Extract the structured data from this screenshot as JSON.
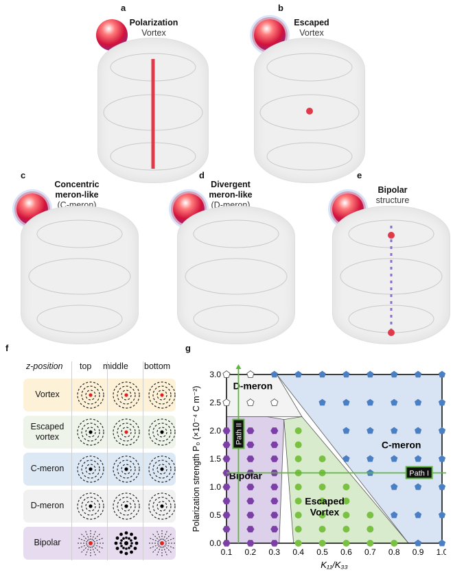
{
  "panels": {
    "a": {
      "letter": "a",
      "line1": "Polarization",
      "line2": "Vortex"
    },
    "b": {
      "letter": "b",
      "line1": "Escaped",
      "line2": "Vortex"
    },
    "c": {
      "letter": "c",
      "line1": "Concentric",
      "line2": "meron-like",
      "line3": "(C-meron)"
    },
    "d": {
      "letter": "d",
      "line1": "Divergent",
      "line2": "meron-like",
      "line3": "(D-meron)"
    },
    "e": {
      "letter": "e",
      "line1": "Bipolar",
      "line2": "structure"
    }
  },
  "table_f": {
    "letter": "f",
    "header": "z-position",
    "columns": [
      "top",
      "middle",
      "bottom"
    ],
    "rows": [
      {
        "name": "Vortex",
        "color": "#fdf1d8"
      },
      {
        "name": "Escaped vortex",
        "color": "#eef4ea"
      },
      {
        "name": "C-meron",
        "color": "#dde8f5"
      },
      {
        "name": "D-meron",
        "color": "#f1f1f1"
      },
      {
        "name": "Bipolar",
        "color": "#e6dbef"
      }
    ]
  },
  "chart_data": {
    "type": "scatter",
    "letter": "g",
    "xlabel": "K₁₁/K₃₃",
    "ylabel": "Polarization strength P₀ (×10⁻⁴ C m⁻²)",
    "xlim": [
      0.1,
      1.0
    ],
    "ylim": [
      0.0,
      3.0
    ],
    "xticks": [
      "0.1",
      "0.2",
      "0.3",
      "0.4",
      "0.5",
      "0.6",
      "0.7",
      "0.8",
      "0.9",
      "1.0"
    ],
    "yticks": [
      "0.0",
      "0.5",
      "1.0",
      "1.5",
      "2.0",
      "2.5",
      "3.0"
    ],
    "regions": [
      {
        "name": "D-meron",
        "color": "#f3f3f3",
        "label_at": [
          0.21,
          2.8
        ],
        "polygon": [
          [
            0.1,
            3.0
          ],
          [
            0.31,
            3.0
          ],
          [
            0.415,
            2.25
          ],
          [
            0.1,
            2.25
          ]
        ]
      },
      {
        "name": "Bipolar",
        "color": "#ddd0ea",
        "label_at": [
          0.18,
          1.2
        ],
        "polygon": [
          [
            0.1,
            2.25
          ],
          [
            0.27,
            2.25
          ],
          [
            0.34,
            2.2
          ],
          [
            0.32,
            0.0
          ],
          [
            0.1,
            0.0
          ]
        ]
      },
      {
        "name": "Escaped Vortex",
        "color": "#d9ebcd",
        "label_at": [
          0.51,
          0.65
        ],
        "polygon": [
          [
            0.34,
            2.2
          ],
          [
            0.415,
            2.25
          ],
          [
            0.86,
            0.0
          ],
          [
            0.38,
            0.0
          ]
        ]
      },
      {
        "name": "C-meron",
        "color": "#d8e4f3",
        "label_at": [
          0.83,
          1.75
        ],
        "polygon": [
          [
            0.31,
            3.0
          ],
          [
            1.0,
            3.0
          ],
          [
            1.0,
            0.0
          ],
          [
            0.86,
            0.0
          ]
        ]
      }
    ],
    "series": [
      {
        "name": "D-meron",
        "marker": "pentagon-open",
        "color": "#ffffff",
        "points": [
          [
            0.1,
            3.0
          ],
          [
            0.2,
            3.0
          ],
          [
            0.1,
            2.5
          ],
          [
            0.2,
            2.5
          ],
          [
            0.3,
            2.5
          ]
        ]
      },
      {
        "name": "Bipolar",
        "marker": "hexagon",
        "color": "#7b3fa6",
        "points": [
          [
            0.1,
            2.0
          ],
          [
            0.2,
            2.0
          ],
          [
            0.3,
            2.0
          ],
          [
            0.1,
            1.75
          ],
          [
            0.2,
            1.75
          ],
          [
            0.3,
            1.75
          ],
          [
            0.1,
            1.5
          ],
          [
            0.2,
            1.5
          ],
          [
            0.3,
            1.5
          ],
          [
            0.1,
            1.25
          ],
          [
            0.2,
            1.25
          ],
          [
            0.3,
            1.25
          ],
          [
            0.1,
            1.0
          ],
          [
            0.2,
            1.0
          ],
          [
            0.3,
            1.0
          ],
          [
            0.1,
            0.75
          ],
          [
            0.2,
            0.75
          ],
          [
            0.3,
            0.75
          ],
          [
            0.1,
            0.5
          ],
          [
            0.2,
            0.5
          ],
          [
            0.3,
            0.5
          ],
          [
            0.1,
            0.25
          ],
          [
            0.2,
            0.25
          ],
          [
            0.3,
            0.25
          ],
          [
            0.1,
            0.0
          ],
          [
            0.2,
            0.0
          ],
          [
            0.3,
            0.0
          ]
        ]
      },
      {
        "name": "Escaped Vortex",
        "marker": "circle",
        "color": "#7ac143",
        "points": [
          [
            0.4,
            2.0
          ],
          [
            0.4,
            1.75
          ],
          [
            0.4,
            1.5
          ],
          [
            0.5,
            1.5
          ],
          [
            0.4,
            1.25
          ],
          [
            0.5,
            1.25
          ],
          [
            0.4,
            1.0
          ],
          [
            0.5,
            1.0
          ],
          [
            0.6,
            1.0
          ],
          [
            0.4,
            0.75
          ],
          [
            0.5,
            0.75
          ],
          [
            0.6,
            0.75
          ],
          [
            0.4,
            0.5
          ],
          [
            0.5,
            0.5
          ],
          [
            0.6,
            0.5
          ],
          [
            0.7,
            0.5
          ],
          [
            0.4,
            0.25
          ],
          [
            0.5,
            0.25
          ],
          [
            0.6,
            0.25
          ],
          [
            0.7,
            0.25
          ],
          [
            0.4,
            0.0
          ],
          [
            0.5,
            0.0
          ],
          [
            0.6,
            0.0
          ],
          [
            0.7,
            0.0
          ],
          [
            0.8,
            0.0
          ]
        ]
      },
      {
        "name": "C-meron",
        "marker": "pentagon",
        "color": "#4a7fc4",
        "points": [
          [
            0.3,
            3.0
          ],
          [
            0.4,
            3.0
          ],
          [
            0.5,
            3.0
          ],
          [
            0.6,
            3.0
          ],
          [
            0.7,
            3.0
          ],
          [
            0.8,
            3.0
          ],
          [
            0.9,
            3.0
          ],
          [
            1.0,
            3.0
          ],
          [
            0.5,
            2.5
          ],
          [
            0.6,
            2.5
          ],
          [
            0.7,
            2.5
          ],
          [
            0.8,
            2.5
          ],
          [
            0.9,
            2.5
          ],
          [
            1.0,
            2.5
          ],
          [
            0.6,
            2.0
          ],
          [
            0.7,
            2.0
          ],
          [
            0.8,
            2.0
          ],
          [
            0.9,
            2.0
          ],
          [
            1.0,
            2.0
          ],
          [
            0.6,
            1.5
          ],
          [
            0.7,
            1.5
          ],
          [
            0.8,
            1.5
          ],
          [
            0.9,
            1.5
          ],
          [
            1.0,
            1.5
          ],
          [
            0.7,
            1.25
          ],
          [
            0.8,
            1.0
          ],
          [
            0.9,
            1.0
          ],
          [
            1.0,
            1.0
          ],
          [
            0.8,
            0.5
          ],
          [
            0.9,
            0.5
          ],
          [
            1.0,
            0.5
          ],
          [
            0.9,
            0.0
          ],
          [
            1.0,
            0.0
          ]
        ]
      }
    ],
    "paths": [
      {
        "label": "Path I",
        "orientation": "horizontal",
        "value": 1.25
      },
      {
        "label": "Path II",
        "orientation": "vertical",
        "value": 0.15
      }
    ]
  }
}
